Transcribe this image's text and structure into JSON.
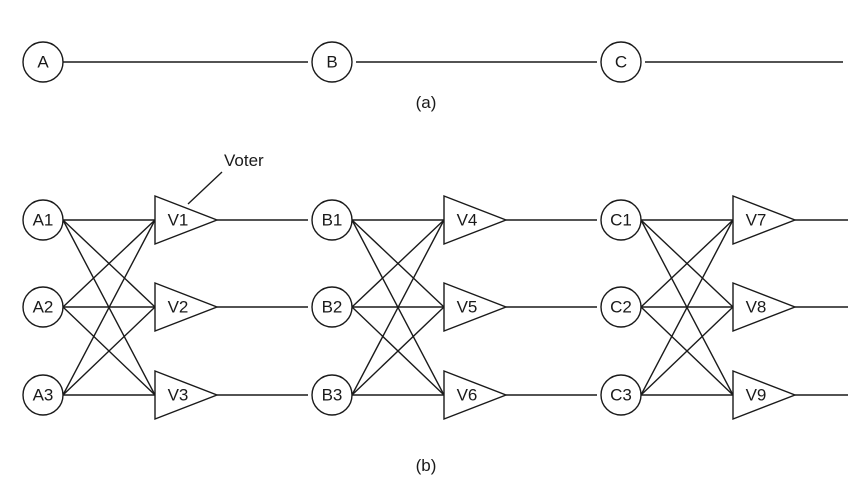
{
  "part_a": {
    "caption": "(a)",
    "modules": [
      "A",
      "B",
      "C"
    ]
  },
  "part_b": {
    "caption": "(b)",
    "annotation": "Voter",
    "stages": [
      {
        "modules": [
          "A1",
          "A2",
          "A3"
        ],
        "voters": [
          "V1",
          "V2",
          "V3"
        ]
      },
      {
        "modules": [
          "B1",
          "B2",
          "B3"
        ],
        "voters": [
          "V4",
          "V5",
          "V6"
        ]
      },
      {
        "modules": [
          "C1",
          "C2",
          "C3"
        ],
        "voters": [
          "V7",
          "V8",
          "V9"
        ]
      }
    ]
  }
}
